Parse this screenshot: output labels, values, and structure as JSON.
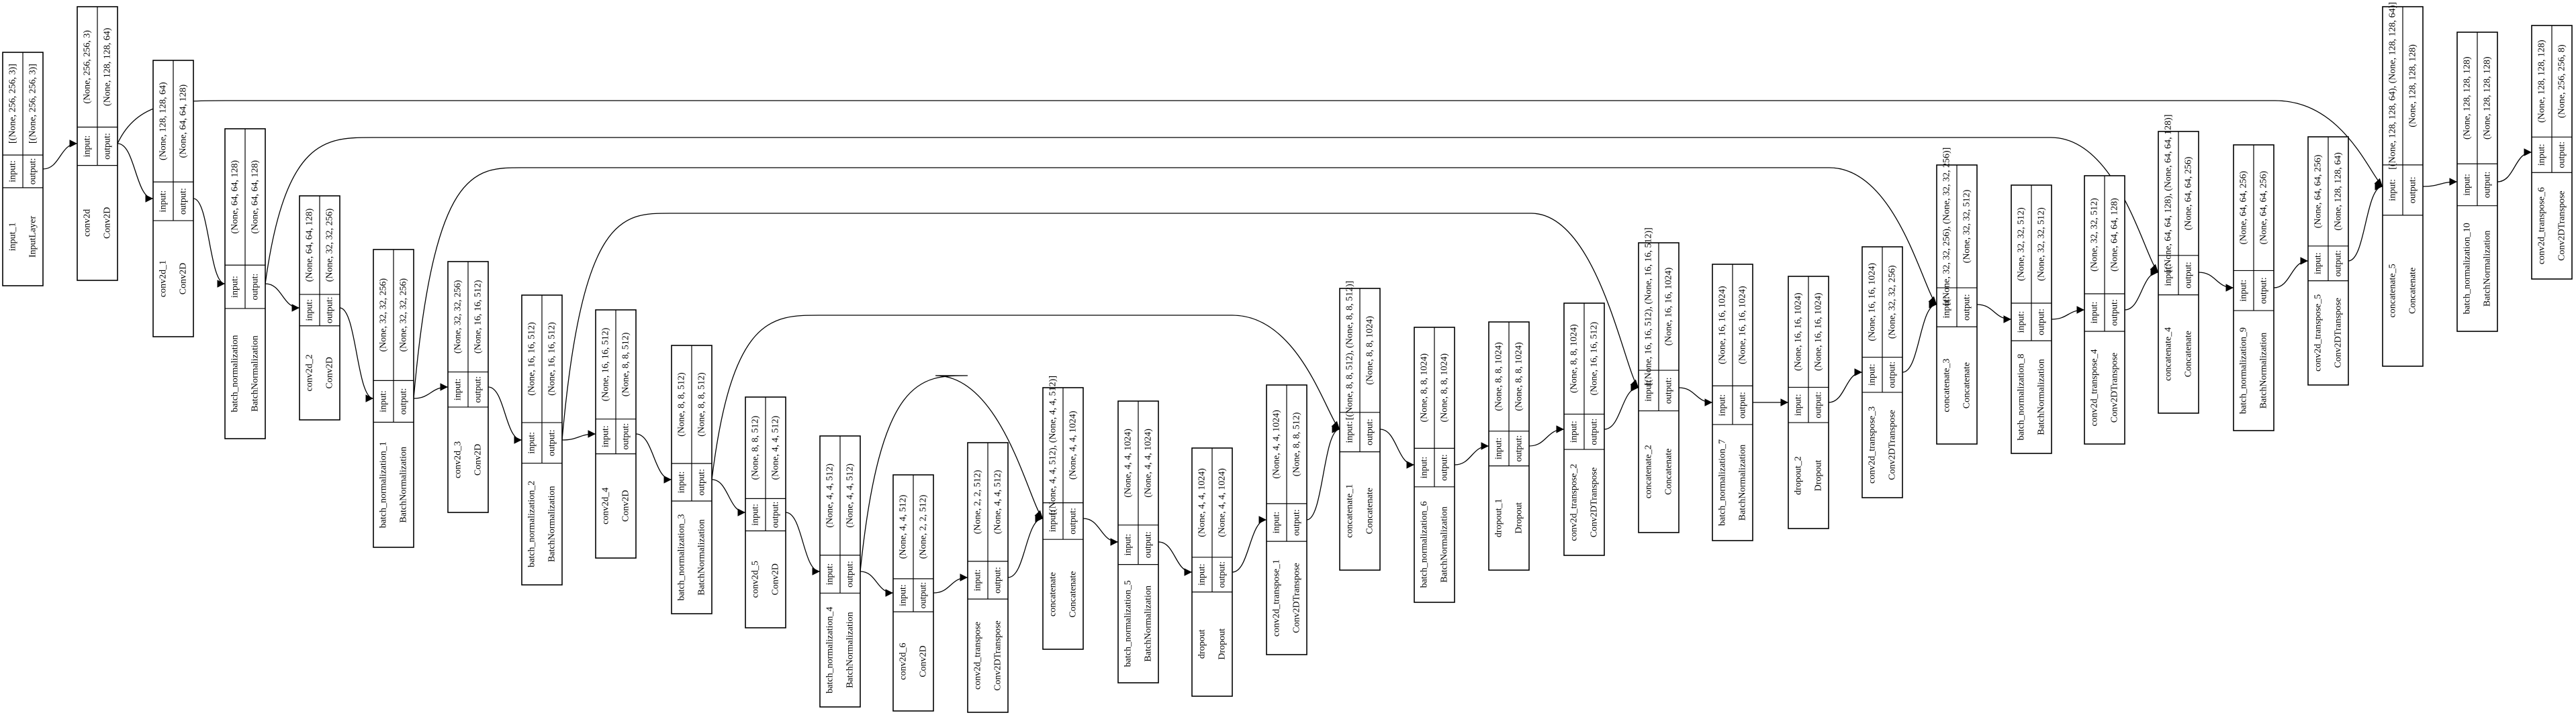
{
  "diagram": {
    "kind": "keras-model-plot",
    "field_labels": {
      "input": "input:",
      "output": "output:"
    },
    "nodes": [
      {
        "id": "input_1",
        "name": "input_1",
        "type": "InputLayer",
        "input": "[(None, 256, 256, 3)]",
        "output": "[(None, 256, 256, 3)]"
      },
      {
        "id": "conv2d",
        "name": "conv2d",
        "type": "Conv2D",
        "input": "(None, 256, 256, 3)",
        "output": "(None, 128, 128, 64)"
      },
      {
        "id": "conv2d_1",
        "name": "conv2d_1",
        "type": "Conv2D",
        "input": "(None, 128, 128, 64)",
        "output": "(None, 64, 64, 128)"
      },
      {
        "id": "batch_normalization",
        "name": "batch_normalization",
        "type": "BatchNormalization",
        "input": "(None, 64, 64, 128)",
        "output": "(None, 64, 64, 128)"
      },
      {
        "id": "conv2d_2",
        "name": "conv2d_2",
        "type": "Conv2D",
        "input": "(None, 64, 64, 128)",
        "output": "(None, 32, 32, 256)"
      },
      {
        "id": "batch_normalization_1",
        "name": "batch_normalization_1",
        "type": "BatchNormalization",
        "input": "(None, 32, 32, 256)",
        "output": "(None, 32, 32, 256)"
      },
      {
        "id": "conv2d_3",
        "name": "conv2d_3",
        "type": "Conv2D",
        "input": "(None, 32, 32, 256)",
        "output": "(None, 16, 16, 512)"
      },
      {
        "id": "batch_normalization_2",
        "name": "batch_normalization_2",
        "type": "BatchNormalization",
        "input": "(None, 16, 16, 512)",
        "output": "(None, 16, 16, 512)"
      },
      {
        "id": "conv2d_4",
        "name": "conv2d_4",
        "type": "Conv2D",
        "input": "(None, 16, 16, 512)",
        "output": "(None, 8, 8, 512)"
      },
      {
        "id": "batch_normalization_3",
        "name": "batch_normalization_3",
        "type": "BatchNormalization",
        "input": "(None, 8, 8, 512)",
        "output": "(None, 8, 8, 512)"
      },
      {
        "id": "conv2d_5",
        "name": "conv2d_5",
        "type": "Conv2D",
        "input": "(None, 8, 8, 512)",
        "output": "(None, 4, 4, 512)"
      },
      {
        "id": "batch_normalization_4",
        "name": "batch_normalization_4",
        "type": "BatchNormalization",
        "input": "(None, 4, 4, 512)",
        "output": "(None, 4, 4, 512)"
      },
      {
        "id": "conv2d_6",
        "name": "conv2d_6",
        "type": "Conv2D",
        "input": "(None, 4, 4, 512)",
        "output": "(None, 2, 2, 512)"
      },
      {
        "id": "conv2d_transpose",
        "name": "conv2d_transpose",
        "type": "Conv2DTranspose",
        "input": "(None, 2, 2, 512)",
        "output": "(None, 4, 4, 512)"
      },
      {
        "id": "concatenate",
        "name": "concatenate",
        "type": "Concatenate",
        "input": "[(None, 4, 4, 512), (None, 4, 4, 512)]",
        "output": "(None, 4, 4, 1024)"
      },
      {
        "id": "batch_normalization_5",
        "name": "batch_normalization_5",
        "type": "BatchNormalization",
        "input": "(None, 4, 4, 1024)",
        "output": "(None, 4, 4, 1024)"
      },
      {
        "id": "dropout",
        "name": "dropout",
        "type": "Dropout",
        "input": "(None, 4, 4, 1024)",
        "output": "(None, 4, 4, 1024)"
      },
      {
        "id": "conv2d_transpose_1",
        "name": "conv2d_transpose_1",
        "type": "Conv2DTranspose",
        "input": "(None, 4, 4, 1024)",
        "output": "(None, 8, 8, 512)"
      },
      {
        "id": "concatenate_1",
        "name": "concatenate_1",
        "type": "Concatenate",
        "input": "[(None, 8, 8, 512), (None, 8, 8, 512)]",
        "output": "(None, 8, 8, 1024)"
      },
      {
        "id": "batch_normalization_6",
        "name": "batch_normalization_6",
        "type": "BatchNormalization",
        "input": "(None, 8, 8, 1024)",
        "output": "(None, 8, 8, 1024)"
      },
      {
        "id": "dropout_1",
        "name": "dropout_1",
        "type": "Dropout",
        "input": "(None, 8, 8, 1024)",
        "output": "(None, 8, 8, 1024)"
      },
      {
        "id": "conv2d_transpose_2",
        "name": "conv2d_transpose_2",
        "type": "Conv2DTranspose",
        "input": "(None, 8, 8, 1024)",
        "output": "(None, 16, 16, 512)"
      },
      {
        "id": "concatenate_2",
        "name": "concatenate_2",
        "type": "Concatenate",
        "input": "[(None, 16, 16, 512), (None, 16, 16, 512)]",
        "output": "(None, 16, 16, 1024)"
      },
      {
        "id": "batch_normalization_7",
        "name": "batch_normalization_7",
        "type": "BatchNormalization",
        "input": "(None, 16, 16, 1024)",
        "output": "(None, 16, 16, 1024)"
      },
      {
        "id": "dropout_2",
        "name": "dropout_2",
        "type": "Dropout",
        "input": "(None, 16, 16, 1024)",
        "output": "(None, 16, 16, 1024)"
      },
      {
        "id": "conv2d_transpose_3",
        "name": "conv2d_transpose_3",
        "type": "Conv2DTranspose",
        "input": "(None, 16, 16, 1024)",
        "output": "(None, 32, 32, 256)"
      },
      {
        "id": "concatenate_3",
        "name": "concatenate_3",
        "type": "Concatenate",
        "input": "[(None, 32, 32, 256), (None, 32, 32, 256)]",
        "output": "(None, 32, 32, 512)"
      },
      {
        "id": "batch_normalization_8",
        "name": "batch_normalization_8",
        "type": "BatchNormalization",
        "input": "(None, 32, 32, 512)",
        "output": "(None, 32, 32, 512)"
      },
      {
        "id": "conv2d_transpose_4",
        "name": "conv2d_transpose_4",
        "type": "Conv2DTranspose",
        "input": "(None, 32, 32, 512)",
        "output": "(None, 64, 64, 128)"
      },
      {
        "id": "concatenate_4",
        "name": "concatenate_4",
        "type": "Concatenate",
        "input": "[(None, 64, 64, 128), (None, 64, 64, 128)]",
        "output": "(None, 64, 64, 256)"
      },
      {
        "id": "batch_normalization_9",
        "name": "batch_normalization_9",
        "type": "BatchNormalization",
        "input": "(None, 64, 64, 256)",
        "output": "(None, 64, 64, 256)"
      },
      {
        "id": "conv2d_transpose_5",
        "name": "conv2d_transpose_5",
        "type": "Conv2DTranspose",
        "input": "(None, 64, 64, 256)",
        "output": "(None, 128, 128, 64)"
      },
      {
        "id": "concatenate_5",
        "name": "concatenate_5",
        "type": "Concatenate",
        "input": "[(None, 128, 128, 64), (None, 128, 128, 64)]",
        "output": "(None, 128, 128, 128)"
      },
      {
        "id": "batch_normalization_10",
        "name": "batch_normalization_10",
        "type": "BatchNormalization",
        "input": "(None, 128, 128, 128)",
        "output": "(None, 128, 128, 128)"
      },
      {
        "id": "conv2d_transpose_6",
        "name": "conv2d_transpose_6",
        "type": "Conv2DTranspose",
        "input": "(None, 128, 128, 128)",
        "output": "(None, 256, 256, 8)"
      }
    ],
    "edges": [
      [
        "input_1",
        "conv2d"
      ],
      [
        "conv2d",
        "conv2d_1"
      ],
      [
        "conv2d_1",
        "batch_normalization"
      ],
      [
        "batch_normalization",
        "conv2d_2"
      ],
      [
        "conv2d_2",
        "batch_normalization_1"
      ],
      [
        "batch_normalization_1",
        "conv2d_3"
      ],
      [
        "conv2d_3",
        "batch_normalization_2"
      ],
      [
        "batch_normalization_2",
        "conv2d_4"
      ],
      [
        "conv2d_4",
        "batch_normalization_3"
      ],
      [
        "batch_normalization_3",
        "conv2d_5"
      ],
      [
        "conv2d_5",
        "batch_normalization_4"
      ],
      [
        "batch_normalization_4",
        "conv2d_6"
      ],
      [
        "conv2d_6",
        "conv2d_transpose"
      ],
      [
        "conv2d_transpose",
        "concatenate"
      ],
      [
        "batch_normalization_4",
        "concatenate"
      ],
      [
        "concatenate",
        "batch_normalization_5"
      ],
      [
        "batch_normalization_5",
        "dropout"
      ],
      [
        "dropout",
        "conv2d_transpose_1"
      ],
      [
        "conv2d_transpose_1",
        "concatenate_1"
      ],
      [
        "batch_normalization_3",
        "concatenate_1"
      ],
      [
        "concatenate_1",
        "batch_normalization_6"
      ],
      [
        "batch_normalization_6",
        "dropout_1"
      ],
      [
        "dropout_1",
        "conv2d_transpose_2"
      ],
      [
        "conv2d_transpose_2",
        "concatenate_2"
      ],
      [
        "batch_normalization_2",
        "concatenate_2"
      ],
      [
        "concatenate_2",
        "batch_normalization_7"
      ],
      [
        "batch_normalization_7",
        "dropout_2"
      ],
      [
        "dropout_2",
        "conv2d_transpose_3"
      ],
      [
        "conv2d_transpose_3",
        "concatenate_3"
      ],
      [
        "batch_normalization_1",
        "concatenate_3"
      ],
      [
        "concatenate_3",
        "batch_normalization_8"
      ],
      [
        "batch_normalization_8",
        "conv2d_transpose_4"
      ],
      [
        "conv2d_transpose_4",
        "concatenate_4"
      ],
      [
        "batch_normalization",
        "concatenate_4"
      ],
      [
        "concatenate_4",
        "batch_normalization_9"
      ],
      [
        "batch_normalization_9",
        "conv2d_transpose_5"
      ],
      [
        "conv2d_transpose_5",
        "concatenate_5"
      ],
      [
        "conv2d",
        "concatenate_5"
      ],
      [
        "concatenate_5",
        "batch_normalization_10"
      ],
      [
        "batch_normalization_10",
        "conv2d_transpose_6"
      ]
    ]
  }
}
